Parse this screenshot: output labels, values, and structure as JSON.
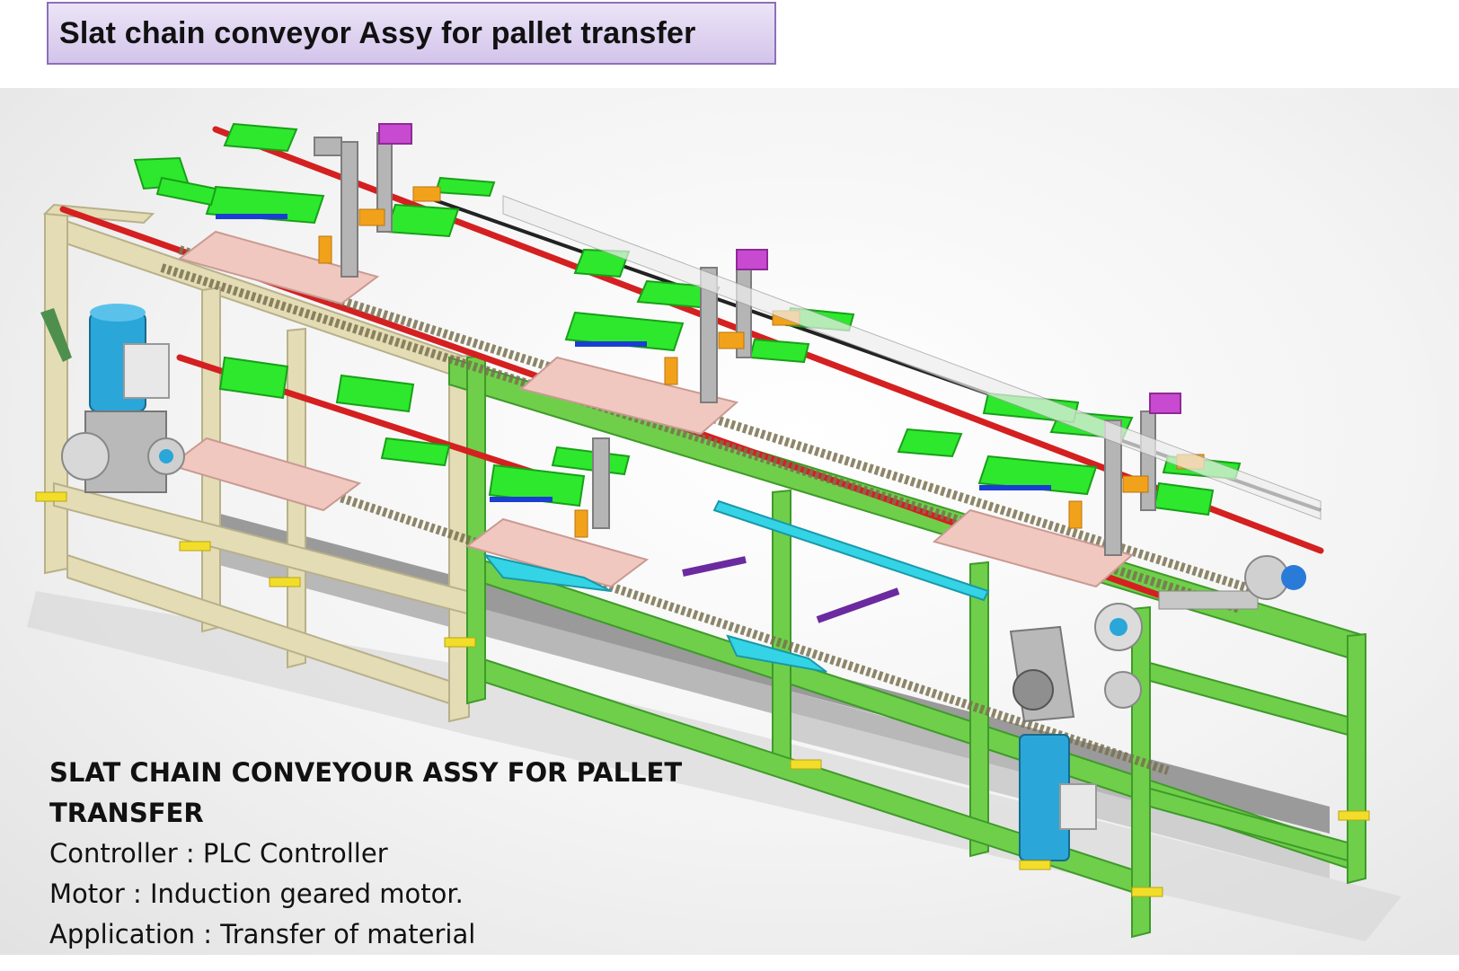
{
  "slide": {
    "title": "Slat chain conveyor Assy for pallet transfer"
  },
  "spec": {
    "heading": "SLAT CHAIN CONVEYOUR ASSY FOR PALLET TRANSFER",
    "lines": [
      "Controller : PLC Controller",
      "Motor : Induction geared motor.",
      "Application : Transfer of material"
    ]
  },
  "colors": {
    "title_border": "#8e6fb7",
    "title_fill": "#ddd0ef",
    "frame_beige": "#e3dcb5",
    "frame_green": "#6fcf4a",
    "fixture_green": "#2ee82e",
    "rail_red": "#d42020",
    "motor_blue": "#2aa6d8",
    "tray_cyan": "#34d4e6",
    "foot_yellow": "#f2de2a",
    "clamp_magenta": "#c84ad0",
    "bracket_orange": "#f2a21a"
  },
  "icons": [
    "conveyor-render-image"
  ]
}
